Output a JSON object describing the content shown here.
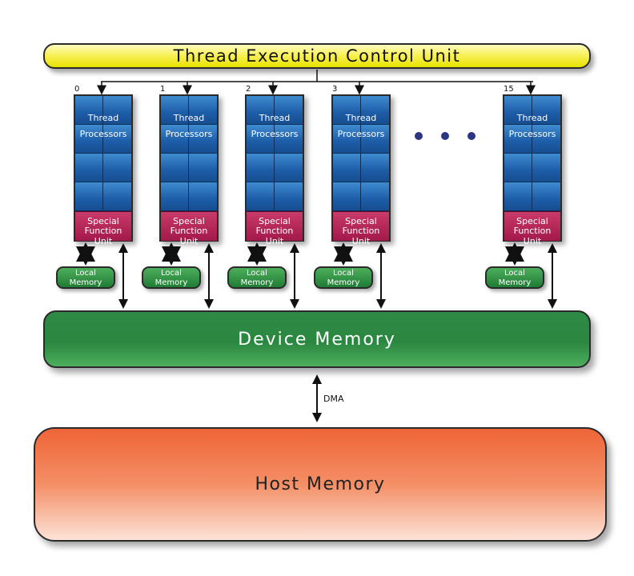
{
  "control_unit": {
    "label": "Thread Execution Control Unit"
  },
  "processors": [
    {
      "index": "0"
    },
    {
      "index": "1"
    },
    {
      "index": "2"
    },
    {
      "index": "3"
    },
    {
      "index": "15"
    }
  ],
  "thread_processors": {
    "line1": "Thread",
    "line2": "Processors"
  },
  "special_function_unit": {
    "line1": "Special",
    "line2": "Function Unit"
  },
  "local_memory": {
    "line1": "Local",
    "line2": "Memory"
  },
  "device_memory": {
    "label": "Device Memory"
  },
  "dma": {
    "label": "DMA"
  },
  "host_memory": {
    "label": "Host Memory"
  },
  "colors": {
    "control_unit": "#f8f15a",
    "thread_processor": "#1d5da8",
    "special_function_unit": "#a3194a",
    "local_memory": "#2a8740",
    "device_memory": "#2a8740",
    "host_memory": "#ee6537",
    "ellipsis_dots": "#2c3580"
  }
}
